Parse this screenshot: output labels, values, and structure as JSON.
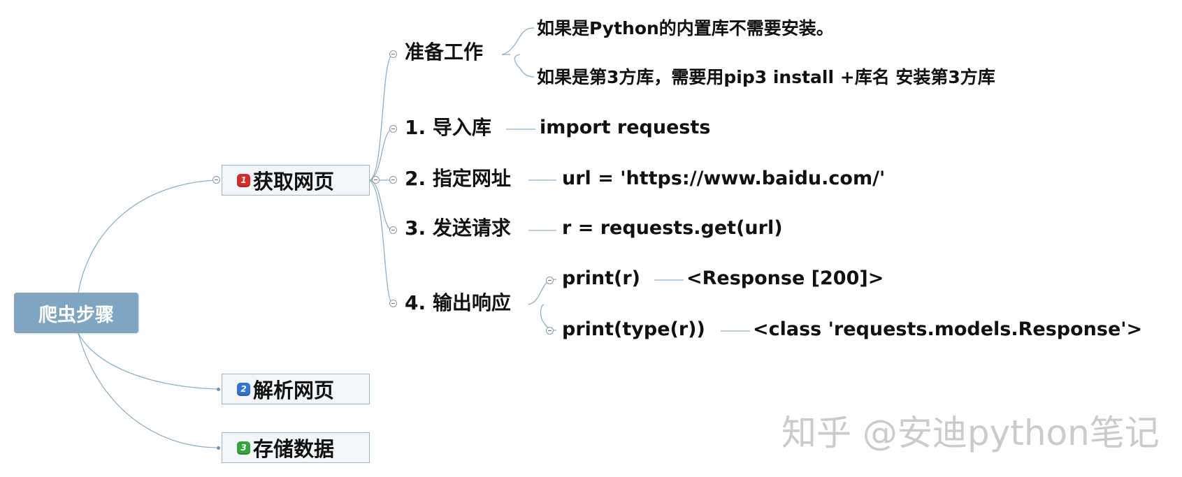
{
  "root": {
    "label": "爬虫步骤"
  },
  "branches": [
    {
      "badge": "1",
      "label": "获取网页"
    },
    {
      "badge": "2",
      "label": "解析网页"
    },
    {
      "badge": "3",
      "label": "存储数据"
    }
  ],
  "steps": {
    "prepare": {
      "label": "准备工作",
      "notes": [
        "如果是Python的内置库不需要安装。",
        "如果是第3方库，需要用pip3 install +库名 安装第3方库"
      ]
    },
    "import": {
      "label": "1. 导入库",
      "code": "import requests"
    },
    "url": {
      "label": "2. 指定网址",
      "code": "url = 'https://www.baidu.com/'"
    },
    "send": {
      "label": "3. 发送请求",
      "code": "r = requests.get(url)"
    },
    "output": {
      "label": "4. 输出响应",
      "items": [
        {
          "code": "print(r)",
          "result": "<Response [200]>"
        },
        {
          "code": "print(type(r))",
          "result": "<class 'requests.models.Response'>"
        }
      ]
    }
  },
  "colors": {
    "root_bg": "#7ea6c2",
    "connector": "#8fb0c4",
    "badge_red": "#d92a2a",
    "badge_blue": "#2f74d6",
    "badge_green": "#37a33c"
  },
  "watermark": "知乎 @安迪python笔记"
}
